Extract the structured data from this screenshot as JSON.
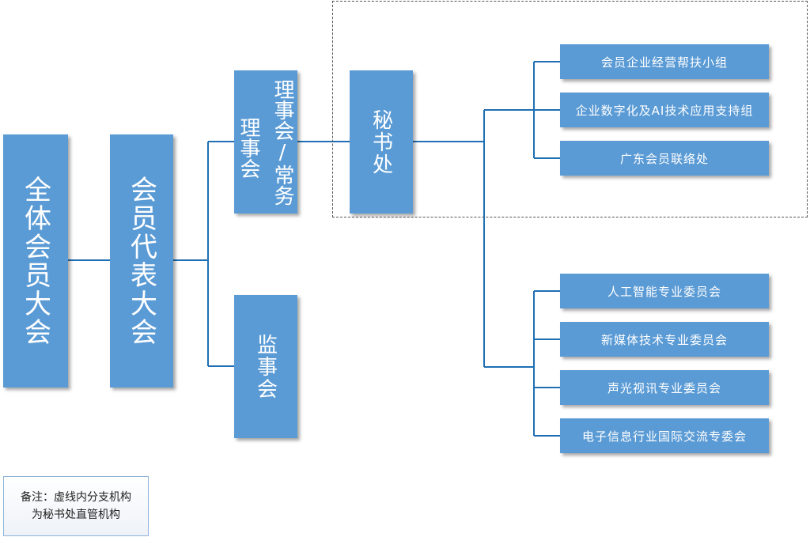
{
  "diagram": {
    "colors": {
      "box": "#5b9bd5",
      "line": "#1f6fb5",
      "text": "#ffffff"
    },
    "nodes": {
      "general_assembly": "全体会员大会",
      "representative_assembly": "会员代表大会",
      "council_line1": "理事会",
      "council_line2": "理事会/常务",
      "supervisory_board": "监事会",
      "secretariat": "秘书处"
    },
    "branch_units": [
      "会员企业经营帮扶小组",
      "企业数字化及AI技术应用支持组",
      "广东会员联络处"
    ],
    "committees": [
      "人工智能专业委员会",
      "新媒体技术专业委员会",
      "声光视讯专业委员会",
      "电子信息行业国际交流专委会"
    ],
    "note": {
      "line1": "备注：虚线内分支机构",
      "line2": "为秘书处直管机构"
    }
  }
}
